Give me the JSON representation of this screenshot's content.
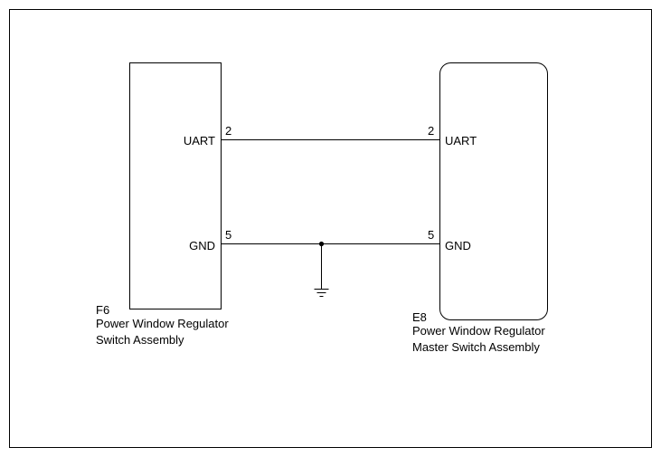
{
  "diagram": {
    "left_component": {
      "code": "F6",
      "name_line1": "Power Window Regulator",
      "name_line2": "Switch Assembly",
      "pins": [
        {
          "label": "UART",
          "number": "2"
        },
        {
          "label": "GND",
          "number": "5"
        }
      ]
    },
    "right_component": {
      "code": "E8",
      "name_line1": "Power Window Regulator",
      "name_line2": "Master Switch Assembly",
      "pins": [
        {
          "label": "UART",
          "number": "2"
        },
        {
          "label": "GND",
          "number": "5"
        }
      ]
    },
    "ground_symbol": "ground-icon",
    "colors": {
      "line": "#000000",
      "background": "#ffffff"
    }
  }
}
